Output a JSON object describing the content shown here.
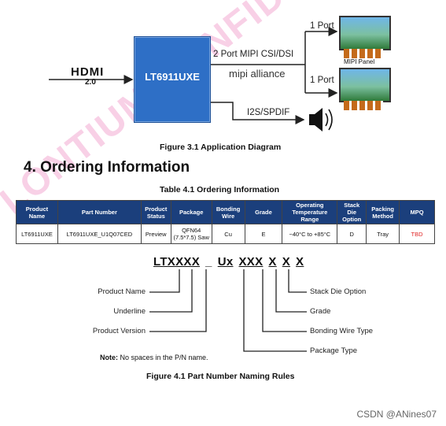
{
  "diagram": {
    "hdmi_logo": "HDMI",
    "hdmi_version": "2.0",
    "chip": "LT6911UXE",
    "mipi_link": "2 Port MIPI CSI/DSI",
    "mipi_alliance": "mipi alliance",
    "port_top": "1 Port",
    "port_bottom": "1 Port",
    "panel_label": "MIPI Panel",
    "audio_link": "I2S/SPDIF",
    "caption": "Figure 3.1    Application Diagram"
  },
  "section": {
    "title": "4. Ordering Information"
  },
  "table": {
    "caption": "Table 4.1    Ordering Information",
    "headers": [
      "Product Name",
      "Part Number",
      "Product Status",
      "Package",
      "Bonding Wire",
      "Grade",
      "Operating Temperature Range",
      "Stack Die Option",
      "Packing Method",
      "MPQ"
    ],
    "row": [
      "LT6911UXE",
      "LT6911UXE_U1Q07CED",
      "Preview",
      "QFN64 (7.5*7.5) Saw",
      "Cu",
      "E",
      "−40°C to +85°C",
      "D",
      "Tray",
      "TBD"
    ]
  },
  "naming": {
    "pn_name": "LTXXXX",
    "pn_sep": "_",
    "pn_u": "Ux",
    "pn_xxx": "XXX",
    "pn_x1": "X",
    "pn_x2": "X",
    "pn_x3": "X",
    "legend": [
      "Product Name",
      "Underline",
      "Product Version",
      "Stack Die Option",
      "Grade",
      "Bonding Wire Type",
      "Package Type"
    ],
    "note_label": "Note:",
    "note_text": " No spaces in the P/N name.",
    "caption": "Figure 4.1    Part Number Naming Rules"
  },
  "watermark": "LONTIUM CONFIDENTIAL",
  "credit": "CSDN @ANines07",
  "colors": {
    "chip_blue": "#2e6fc6",
    "table_header": "#1b3f7c",
    "tbd_red": "#e02424",
    "watermark_pink": "#f096c8"
  }
}
